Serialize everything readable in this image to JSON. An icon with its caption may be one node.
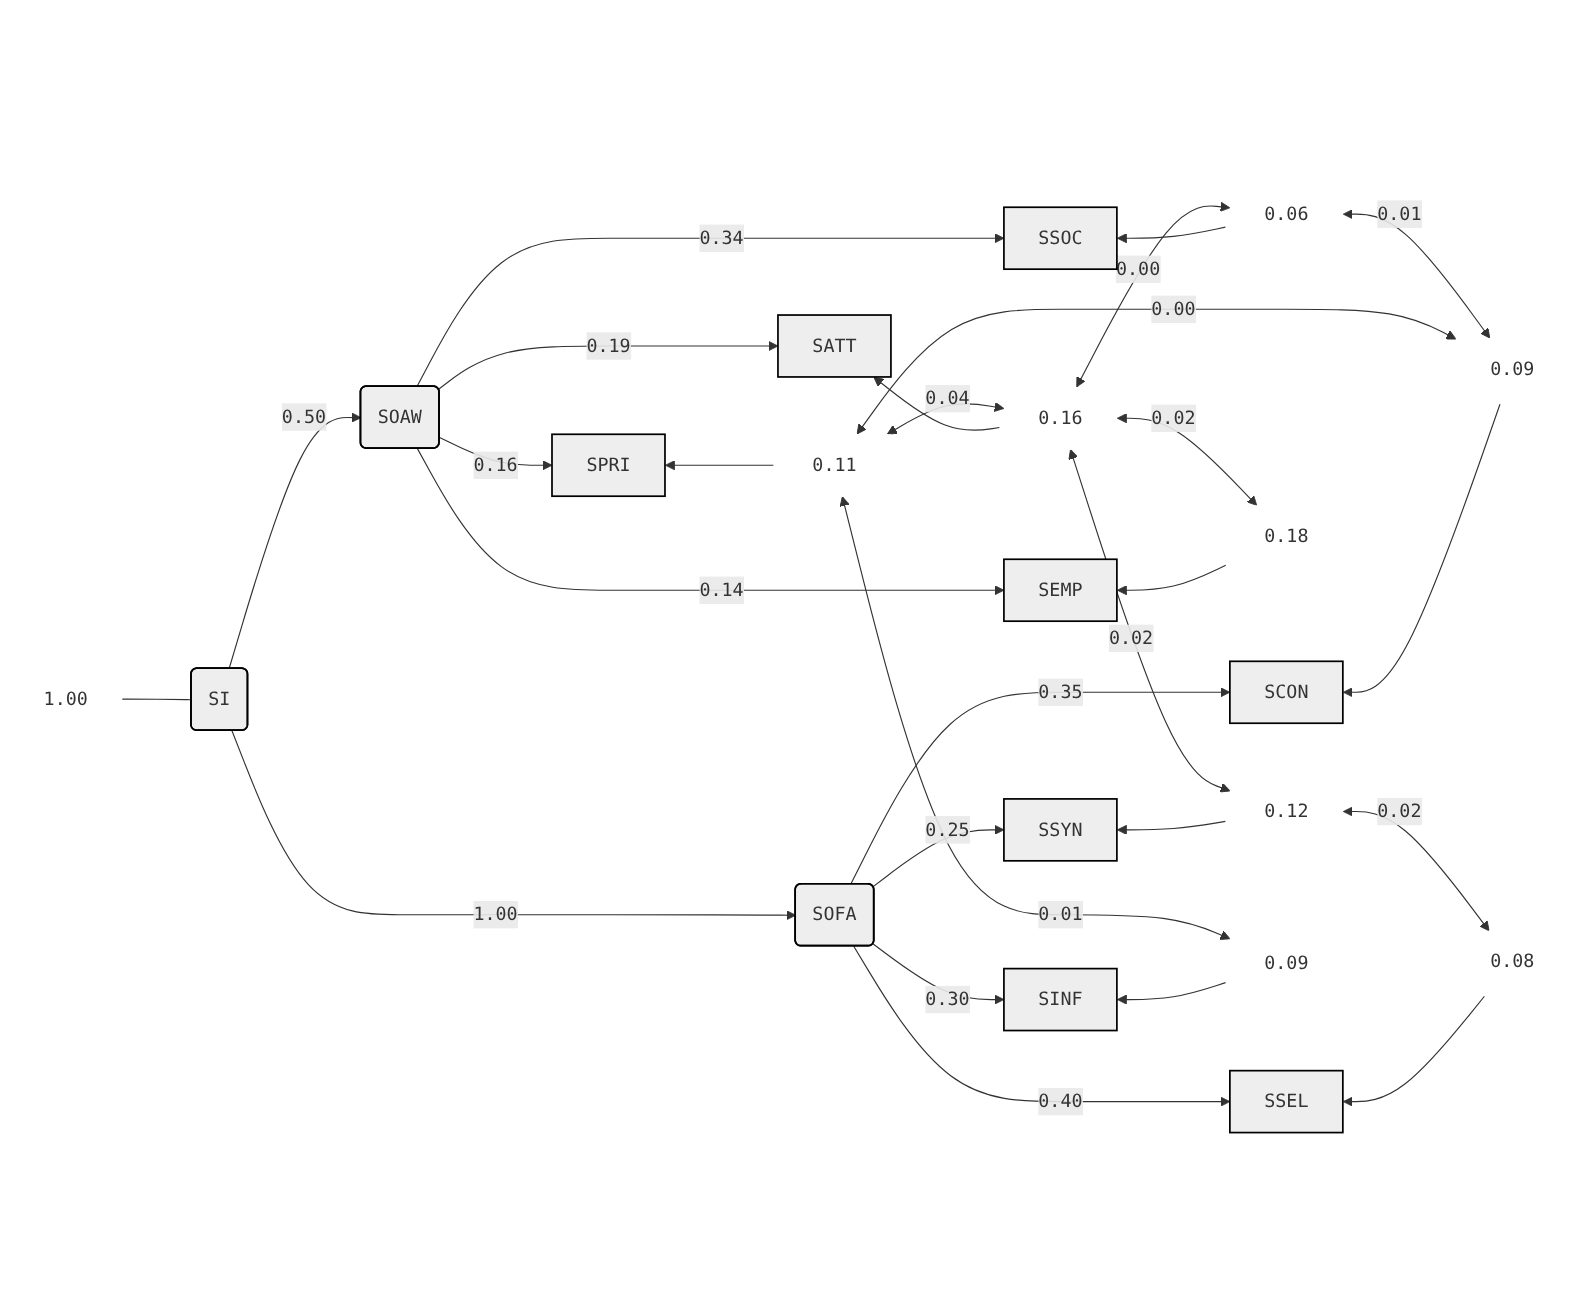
{
  "diagram": {
    "nodes": [
      {
        "text": [
          "SI"
        ]
      },
      {
        "text": [
          "SOAW"
        ]
      },
      {
        "text": [
          "SOFA"
        ]
      },
      {
        "text": [
          "SPRI"
        ]
      },
      {
        "text": [
          "SATT"
        ]
      },
      {
        "text": [
          "SEMP"
        ]
      },
      {
        "text": [
          "SSOC"
        ]
      },
      {
        "text": [
          "SSYN"
        ]
      },
      {
        "text": [
          "SSEL"
        ]
      },
      {
        "text": [
          "SINF"
        ]
      },
      {
        "text": [
          "SCON"
        ]
      },
      {
        "text": [
          "1.00"
        ]
      },
      {
        "text": [
          "0.11"
        ]
      },
      {
        "text": [
          "0.16"
        ]
      },
      {
        "text": [
          "0.18"
        ]
      },
      {
        "text": [
          "0.06"
        ]
      },
      {
        "text": [
          "0.12"
        ]
      },
      {
        "text": [
          "0.08"
        ]
      },
      {
        "text": [
          "0.09"
        ]
      },
      {
        "text": [
          "0.09"
        ]
      }
    ],
    "edges": [
      {
        "from": 11,
        "to": 0,
        "arrow": "none"
      },
      {
        "from": 0,
        "to": 1,
        "arrow": "to",
        "label": "0.50"
      },
      {
        "from": 0,
        "to": 2,
        "arrow": "to",
        "label": "1.00"
      },
      {
        "from": 1,
        "to": 3,
        "arrow": "to",
        "label": "0.16"
      },
      {
        "from": 1,
        "to": 4,
        "arrow": "to",
        "label": "0.19"
      },
      {
        "from": 1,
        "to": 5,
        "arrow": "to",
        "label": "0.14"
      },
      {
        "from": 1,
        "to": 6,
        "arrow": "to",
        "label": "0.34"
      },
      {
        "from": 2,
        "to": 7,
        "arrow": "to",
        "label": "0.25"
      },
      {
        "from": 2,
        "to": 8,
        "arrow": "to",
        "label": "0.40"
      },
      {
        "from": 2,
        "to": 9,
        "arrow": "to",
        "label": "0.30"
      },
      {
        "from": 2,
        "to": 10,
        "arrow": "to",
        "label": "0.35"
      },
      {
        "from": 12,
        "to": 3,
        "arrow": "to"
      },
      {
        "from": 13,
        "to": 4,
        "arrow": "to"
      },
      {
        "from": 14,
        "to": 5,
        "arrow": "to"
      },
      {
        "from": 15,
        "to": 6,
        "arrow": "to"
      },
      {
        "from": 16,
        "to": 7,
        "arrow": "to"
      },
      {
        "from": 17,
        "to": 8,
        "arrow": "to"
      },
      {
        "from": 18,
        "to": 9,
        "arrow": "to"
      },
      {
        "from": 19,
        "to": 10,
        "arrow": "to"
      },
      {
        "from": 12,
        "to": 13,
        "arrow": "both",
        "label": "0.04"
      },
      {
        "from": 13,
        "to": 14,
        "arrow": "both",
        "label": "0.02"
      },
      {
        "from": 13,
        "to": 16,
        "arrow": "both",
        "label": "0.02"
      },
      {
        "from": 13,
        "to": 15,
        "arrow": "both",
        "label": "0.00"
      },
      {
        "from": 12,
        "to": 18,
        "arrow": "both",
        "label": "0.01"
      },
      {
        "from": 12,
        "to": 19,
        "arrow": "both",
        "label": "0.00"
      },
      {
        "from": 16,
        "to": 17,
        "arrow": "both",
        "label": "0.02"
      },
      {
        "from": 15,
        "to": 19,
        "arrow": "both",
        "label": "0.01"
      }
    ]
  }
}
